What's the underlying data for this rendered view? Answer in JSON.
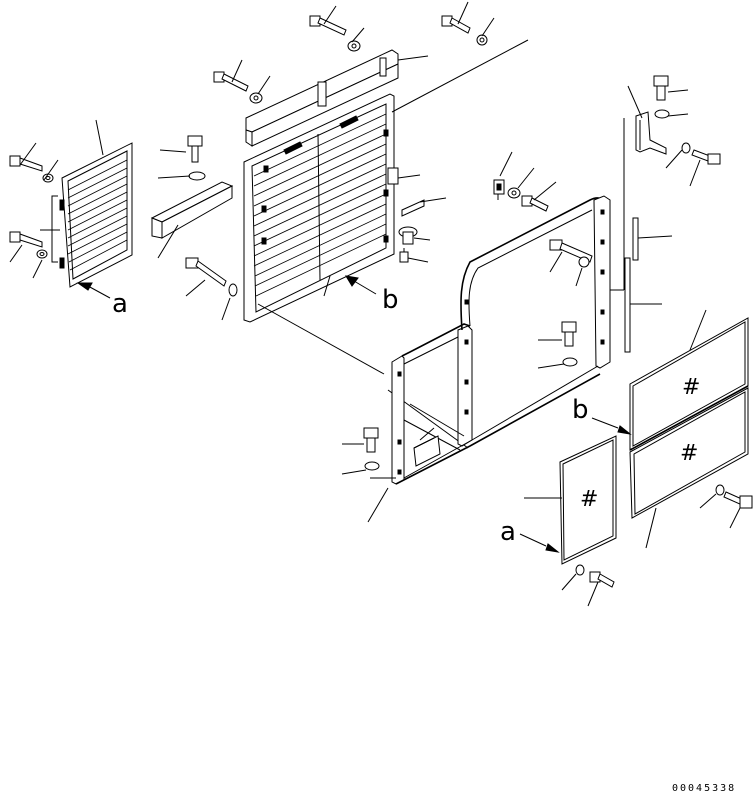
{
  "diagram": {
    "ref_labels": {
      "a_left": "a",
      "b_center": "b",
      "b_right": "b",
      "a_bottom": "a"
    },
    "glass_marks": {
      "upper": "#",
      "lower": "#",
      "small": "#"
    },
    "drawing_code": "00045338"
  }
}
